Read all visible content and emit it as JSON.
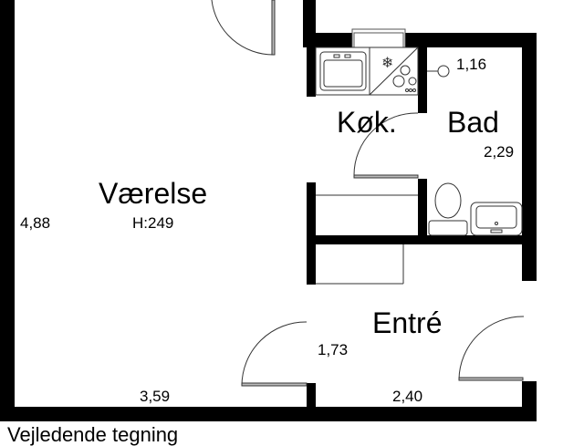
{
  "floorplan": {
    "rooms": [
      {
        "id": "vaerelse",
        "name": "Værelse",
        "height_label": "H:249",
        "dims": [
          "4,88",
          "3,59"
        ]
      },
      {
        "id": "kok",
        "name": "Køk.",
        "dims": []
      },
      {
        "id": "bad",
        "name": "Bad",
        "dims": [
          "1,16",
          "2,29"
        ]
      },
      {
        "id": "entre",
        "name": "Entré",
        "dims": [
          "1,73",
          "2,40"
        ]
      }
    ],
    "caption": "Vejledende tegning",
    "colors": {
      "wall": "#000000",
      "background": "#ffffff",
      "door_leaf": "#b0b0b0",
      "fixture_line": "#333333"
    }
  }
}
